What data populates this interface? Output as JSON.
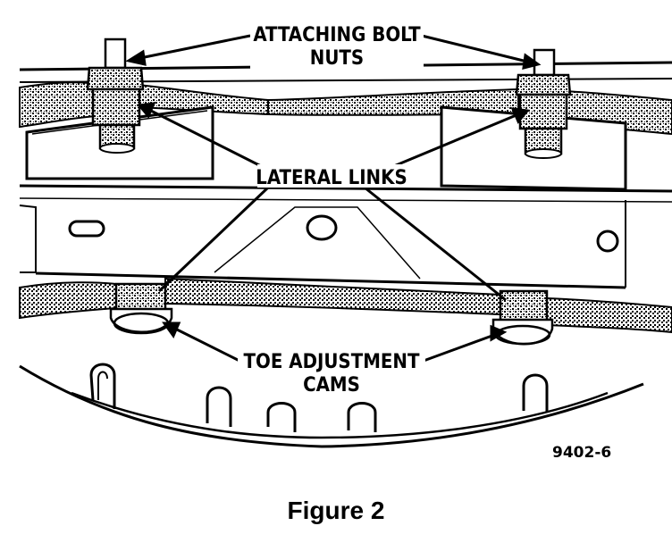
{
  "labels": {
    "attaching_bolt_nuts_line1": "ATTACHING BOLT",
    "attaching_bolt_nuts_line2": "NUTS",
    "lateral_links": "LATERAL LINKS",
    "toe_adjustment_cams_line1": "TOE ADJUSTMENT",
    "toe_adjustment_cams_line2": "CAMS"
  },
  "figure_code": "9402-6",
  "caption": "Figure 2"
}
